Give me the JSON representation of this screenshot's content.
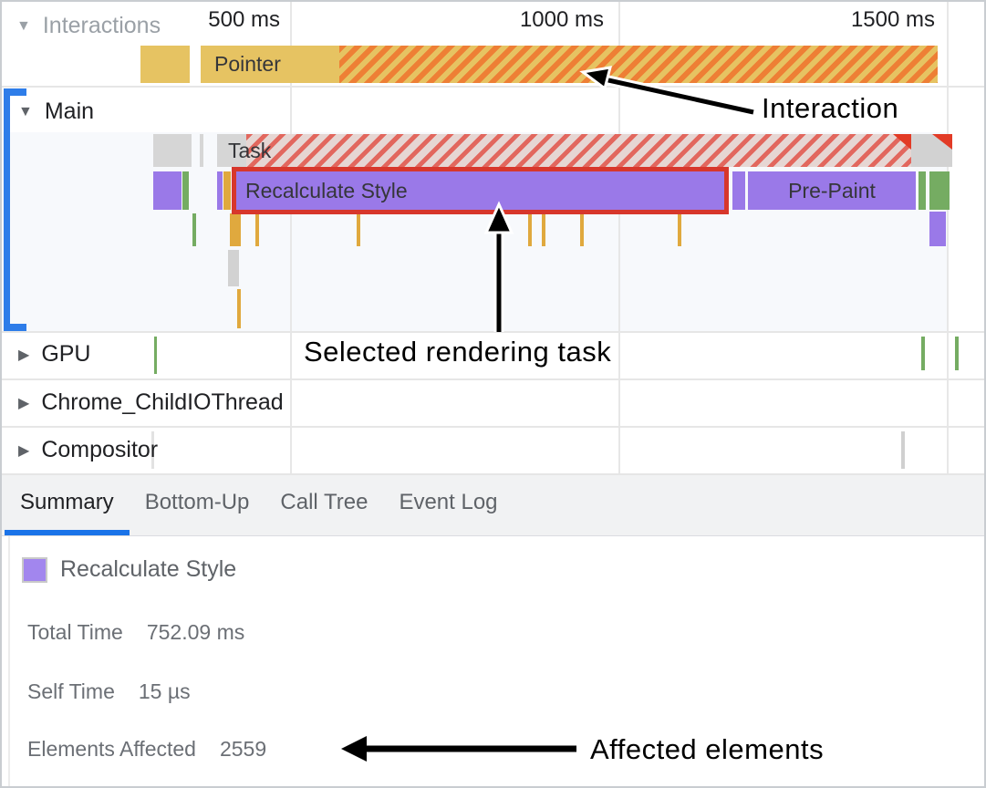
{
  "colors": {
    "accent_blue": "#1a73e8",
    "selection_bracket_blue": "#2e7de9",
    "interaction_yellow": "#e6c362",
    "interaction_hatch_orange": "#ee7f35",
    "task_gray": "#d6d6d6",
    "long_task_stripe_red": "#e2675e",
    "rendering_purple": "#9a79e8",
    "painting_green": "#75ac62",
    "scripting_amber": "#e0a93e",
    "selected_border_red": "#d7372c",
    "annotation_black": "#000000"
  },
  "icons": {
    "expanded": "▼",
    "collapsed": "▶"
  },
  "ruler": {
    "ticks": [
      "500 ms",
      "1000 ms",
      "1500 ms"
    ]
  },
  "tracks": {
    "interactions": {
      "label": "Interactions",
      "pointer_label": "Pointer"
    },
    "main": {
      "label": "Main",
      "task_label": "Task",
      "selected_task_label": "Recalculate Style",
      "prepaint_label": "Pre-Paint"
    },
    "gpu": {
      "label": "GPU"
    },
    "child_io": {
      "label": "Chrome_ChildIOThread"
    },
    "compositor": {
      "label": "Compositor"
    }
  },
  "tabs": [
    {
      "label": "Summary",
      "active": true
    },
    {
      "label": "Bottom-Up",
      "active": false
    },
    {
      "label": "Call Tree",
      "active": false
    },
    {
      "label": "Event Log",
      "active": false
    }
  ],
  "summary": {
    "title": "Recalculate Style",
    "rows": [
      {
        "label": "Total Time",
        "value": "752.09 ms"
      },
      {
        "label": "Self Time",
        "value": "15 µs"
      },
      {
        "label": "Elements Affected",
        "value": "2559"
      }
    ]
  },
  "annotations": {
    "interaction": "Interaction",
    "selected_task": "Selected rendering task",
    "affected_elements": "Affected elements"
  }
}
